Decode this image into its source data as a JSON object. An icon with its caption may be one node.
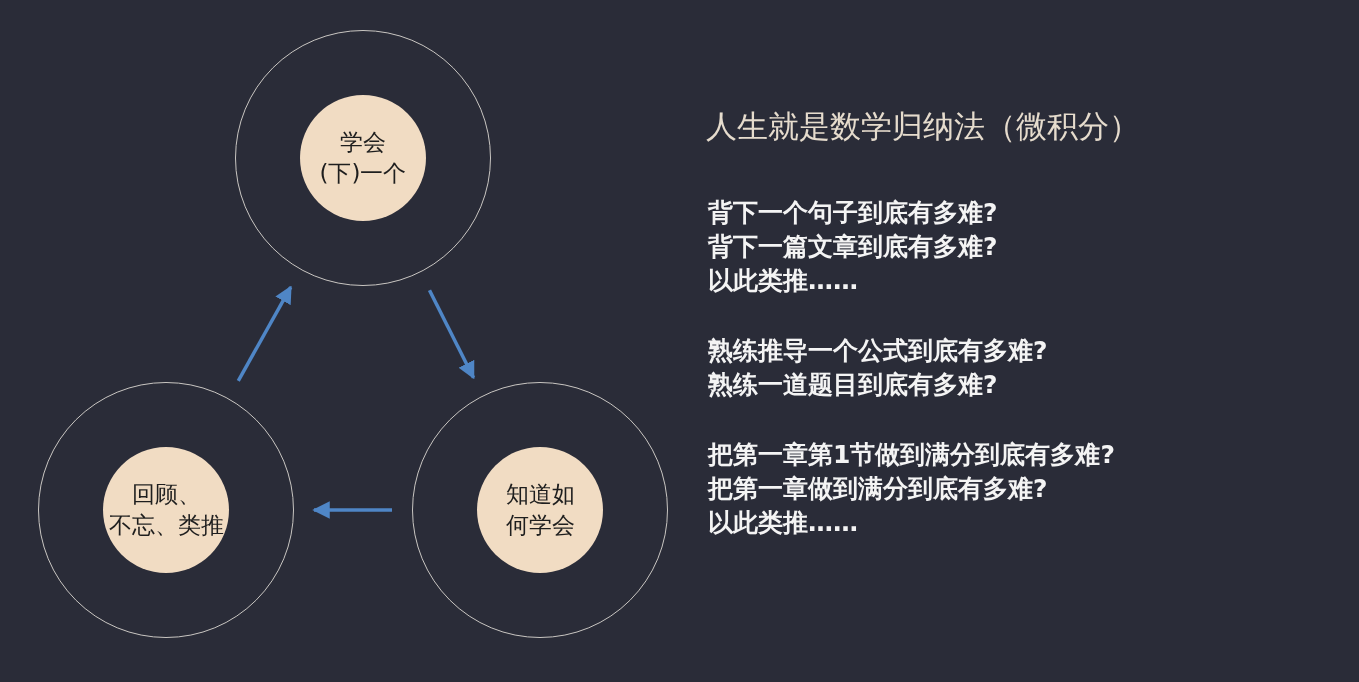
{
  "diagram": {
    "title": "人生就是数学归纳法（微积分）",
    "nodes": [
      {
        "text": [],
        "shape": "circle"
      },
      {
        "text": [
          "学会(下)一个"
        ],
        "in": 0
      },
      {
        "text": [],
        "shape": "circle"
      },
      {
        "text": [
          "知道如何学会"
        ],
        "in": 2
      },
      {
        "text": [],
        "shape": "circle"
      },
      {
        "text": [
          "回顾、不忘、类推"
        ],
        "in": 4
      }
    ],
    "edges": [
      {
        "from": 0,
        "to": 2,
        "arrow": "to"
      },
      {
        "from": 2,
        "to": 4,
        "arrow": "to"
      },
      {
        "from": 4,
        "to": 0,
        "arrow": "to"
      }
    ],
    "labels": [
      "背下一个句子到底有多难?",
      "背下一篇文章到底有多难?",
      "以此类推……",
      "熟练推导一个公式到底有多难?",
      "熟练一道题目到底有多难?",
      "把第一章第1节做到满分到底有多难?",
      "把第一章做到满分到底有多难?",
      "以此类推……"
    ]
  }
}
